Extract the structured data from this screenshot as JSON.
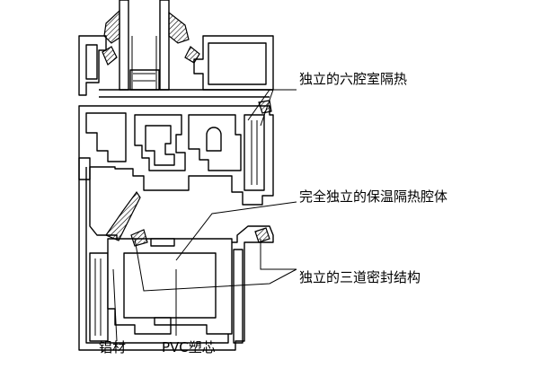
{
  "labels": {
    "six_cavity": "独立的六腔室隔热",
    "insulation_cavity": "完全独立的保温隔热腔体",
    "three_seals": "独立的三道密封结构",
    "aluminum": "铝材",
    "pvc_core": "PVC塑芯"
  }
}
